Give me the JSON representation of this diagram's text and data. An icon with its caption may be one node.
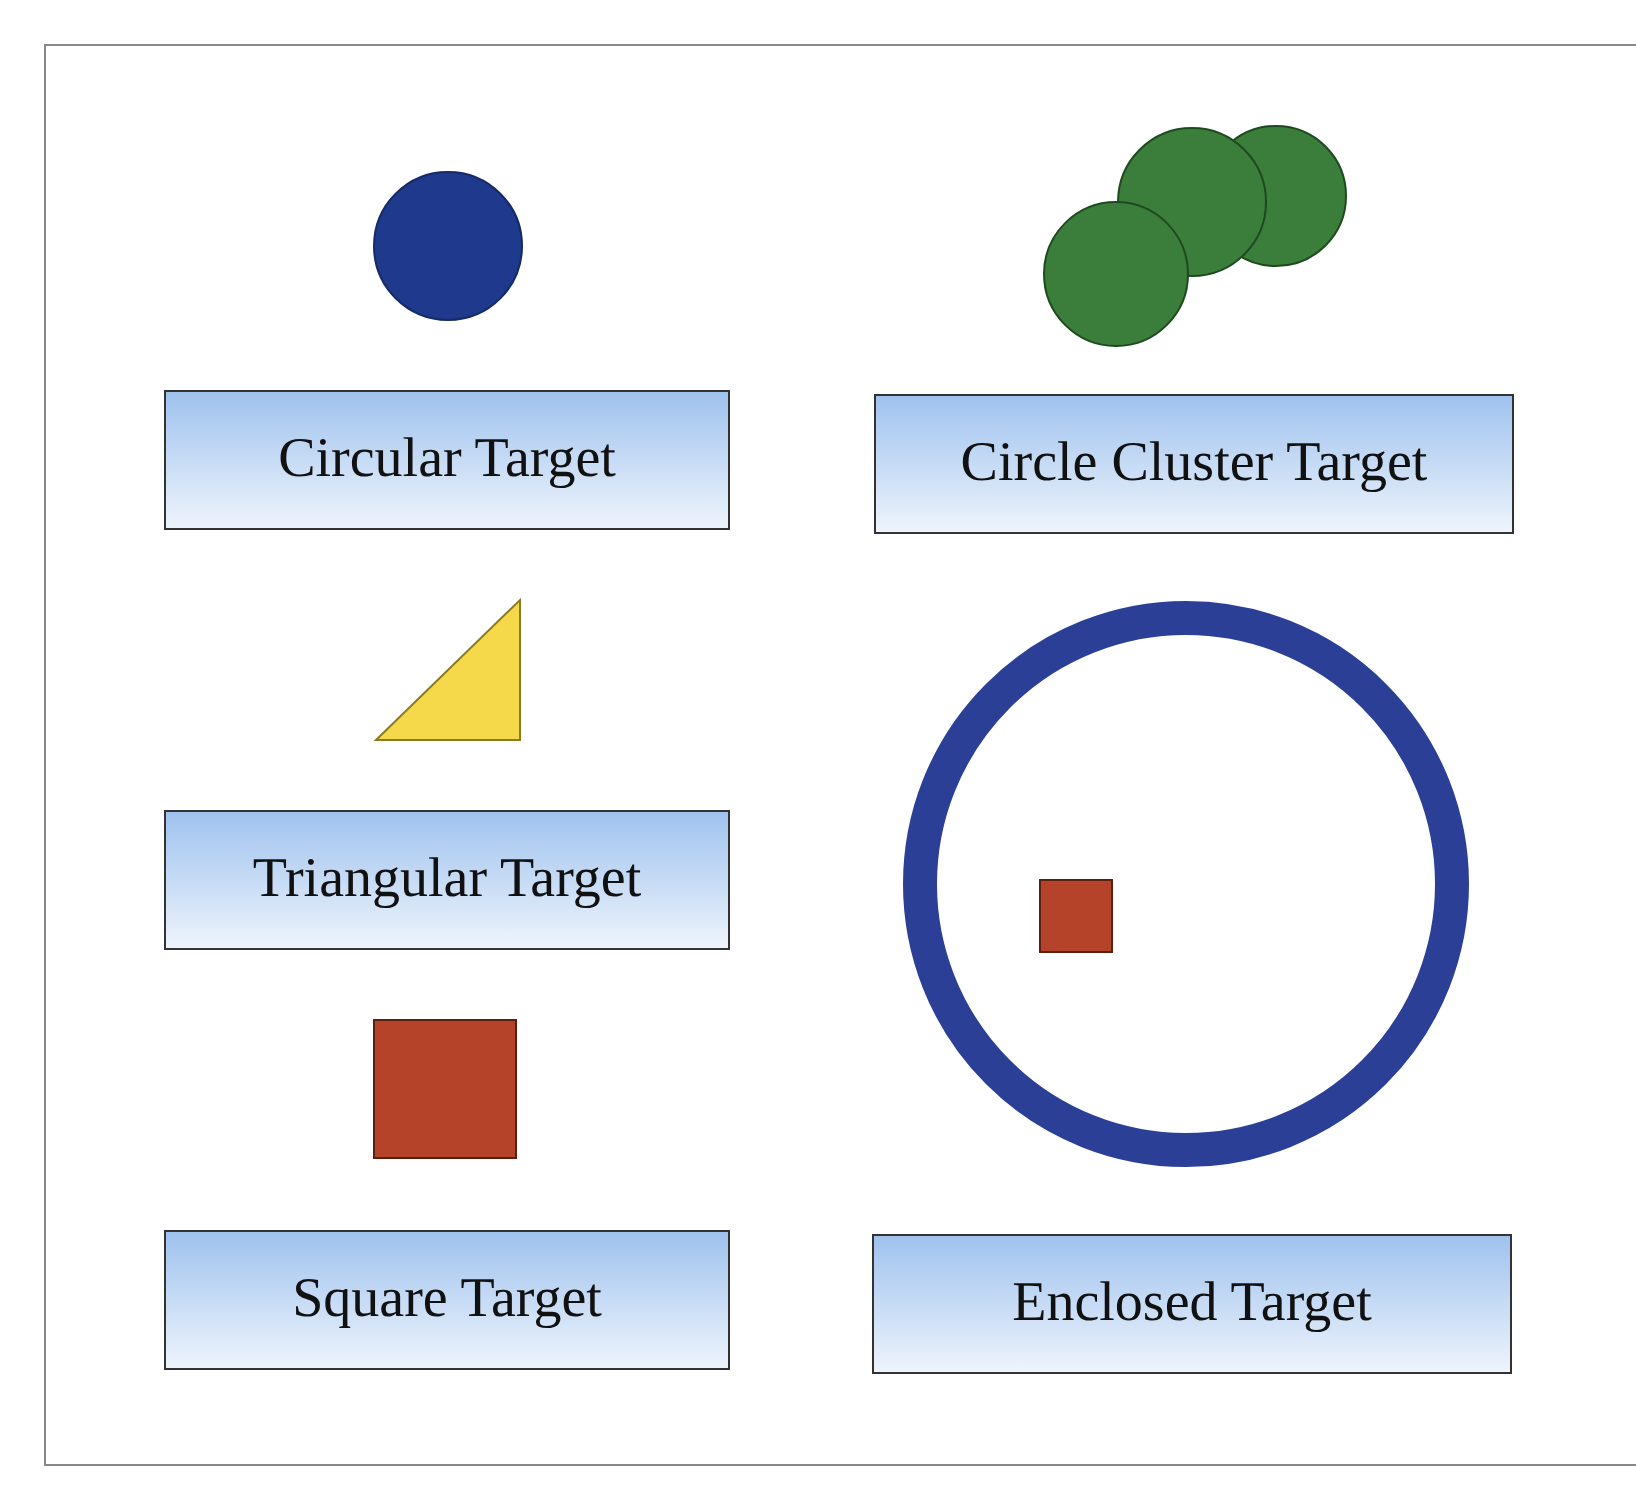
{
  "diagram": {
    "nodes": [
      {
        "text": [],
        "shape": "circle"
      },
      {
        "text": [],
        "shape": "picture"
      },
      {
        "text": [
          "Circular Target"
        ]
      },
      {
        "text": [
          "Circle Cluster Target"
        ]
      },
      {
        "text": [],
        "shape": "triangle"
      },
      {
        "text": [],
        "shape": "picture"
      },
      {
        "text": [
          "Triangular Target"
        ]
      },
      {
        "text": [],
        "shape": "box"
      },
      {
        "text": [
          "Square Target"
        ]
      },
      {
        "text": [
          "Enclosed Target"
        ]
      }
    ]
  }
}
